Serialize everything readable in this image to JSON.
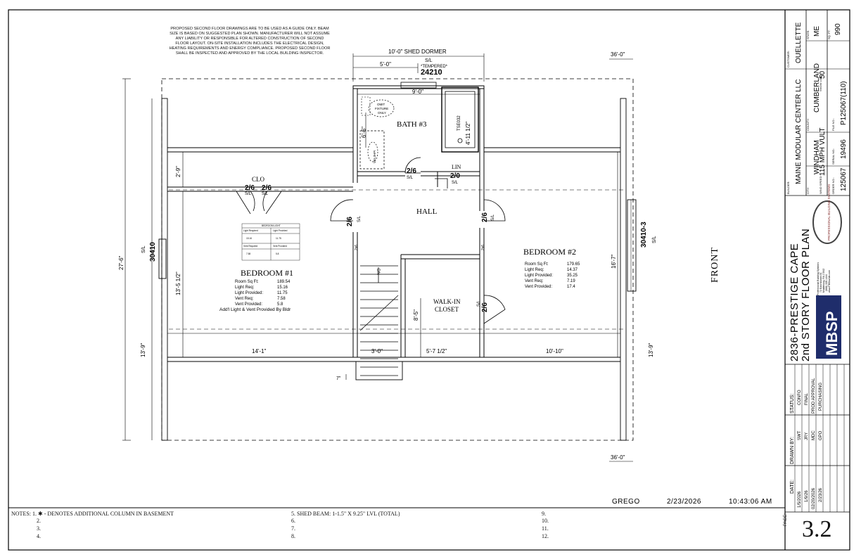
{
  "disclaimer": "PROPOSED SECOND FLOOR DRAWINGS ARE TO BE USED AS A GUIDE ONLY. BEAM SIZE IS BASED ON SUGGESTED PLAN SHOWN. MANUFACTURER WILL NOT ASSUME ANY LIABILITY OR RESPONSIBLE FOR ALTERED CONSTRUCTION OF SECOND FLOOR LAYOUT. ON-SITE INSTALLATION INCLUDES THE ELECTRICAL DESIGN, HEATING REQUIREMENTS AND ENERGY COMPLIANCE. PROPOSED SECOND FLOOR SHALL BE INSPECTED AND APPROVED BY THE LOCAL BUILDING INSPECTOR.",
  "dims": {
    "shed_dormer": "10'-0\"  SHED DORMER",
    "dormer_half": "5'-0\"",
    "tempered_sl": "S/L",
    "tempered": "*TEMPERED*",
    "tempered_window": "24210",
    "bath_width": "9'-0\"",
    "top_right": "36'-0\"",
    "bottom_right": "36'-0\"",
    "overall_left": "27'-6\"",
    "bedroom1_depth": "13'-5 1/2\"",
    "bedroom2_depth": "16'-7\"",
    "knee_left": "2'-9\"",
    "bath_depth": "6'-6\"",
    "left_bottom": "13'-9\"",
    "right_bottom": "13'-9\"",
    "seg1": "14'-1\"",
    "seg2": "3'-0\"",
    "seg3": "5'-7 1/2\"",
    "seg4": "10'-10\"",
    "closet_depth": "8'-5\"",
    "stair_offset": "7\"",
    "tub_dim": "4'-11 1/2\"",
    "tub_model": "TSE032",
    "stair_dir": "DN",
    "stair_wall1": "2x6",
    "stair_wall2": "2x6"
  },
  "windows": {
    "left_label": "30410",
    "left_sl": "S/L",
    "right_label": "30410-3",
    "right_sl": "S/L"
  },
  "rooms": {
    "bath": "BATH #3",
    "hall": "HALL",
    "clo": "CLO",
    "lin": "LIN",
    "walkin1": "WALK-IN",
    "walkin2": "CLOSET",
    "bedroom1": {
      "title": "BEDROOM #1",
      "rows": [
        [
          "Room Sq Ft:",
          "189.54"
        ],
        [
          "Light Req:",
          "15.16"
        ],
        [
          "Light Provided:",
          "11.75"
        ],
        [
          "Vent Req:",
          "7.58"
        ],
        [
          "Vent Provided:",
          "5.8"
        ]
      ],
      "note": "Add'l Light & Vent Provided By Bldr"
    },
    "bedroom2": {
      "title": "BEDROOM #2",
      "rows": [
        [
          "Room Sq Ft:",
          "179.65"
        ],
        [
          "Light Req:",
          "14.37"
        ],
        [
          "Light Provided:",
          "35.25"
        ],
        [
          "Vent Req:",
          "7.19"
        ],
        [
          "Vent Provided:",
          "17.4"
        ]
      ]
    }
  },
  "fixtures": {
    "omit_fixture": [
      "OMIT",
      "FIXTURE",
      "ONLY"
    ],
    "vanity": "VEL3HPI"
  },
  "doors": {
    "bath_door": "2/6",
    "bath_door_sl": "S/L",
    "lin_door": "2/0",
    "lin_door_sl": "S/L",
    "clo_door1": "2/6",
    "clo_door1_sl": "S/L",
    "clo_door2": "2/6",
    "clo_door2_sl": "S/L",
    "bed1_door": "2/6",
    "bed1_door_sl": "S/L",
    "bed2_door": "2/6",
    "bed2_door_sl": "S/L",
    "walkin_door": "2/6",
    "walkin_door_sl": "S/L"
  },
  "front_label": "FRONT",
  "footer": {
    "user": "GREGO",
    "date": "2/23/2026",
    "time": "10:43:06 AM"
  },
  "notes": {
    "col1": [
      "NOTES: 1. ✱ - DENOTES ADDITIONAL COLUMN IN BASEMENT",
      "2.",
      "3.",
      "4."
    ],
    "col2": [
      "5. SHED BEAM: 1-1.5\" X 9.25\" LVL (TOTAL)",
      "6.",
      "7.",
      "8."
    ],
    "col3": [
      "9.",
      "10.",
      "11.",
      "12."
    ]
  },
  "title_block": {
    "builder_label": "BUILDER:",
    "builder": "MAINE MODULAR CENTER LLC",
    "customer_label": "CUSTOMER:",
    "customer": "OUELLETTE",
    "city_label": "CITY:",
    "city": "WINDHAM",
    "county_label": "COUNTY:",
    "county": "CUMBERLAND",
    "state_label": "STATE:",
    "state": "ME",
    "wind_label": "WIND SPEED:",
    "wind": "115 MPH VULT",
    "snow_label": "SNOW LOAD:",
    "snow": "50",
    "sqft_label": "SQ. FT.",
    "sqft": "990",
    "order_label": "ORDER NO.:",
    "order": "125067",
    "serial_label": "SERIAL NO.:",
    "serial": "19496",
    "file_label": "FILE NO.:",
    "file": "P125067(110)",
    "plan_line1": "2836-PRESTIGE CAPE",
    "plan_line2": "2nd STORY FLOOR PLAN",
    "logo_text": "MBSP",
    "logo_sub": "PROFESSIONAL BUILDING SYSTEMS",
    "company_lines": [
      "Professional Building Systems",
      "72 East Market St.",
      "Middleburg, PA 17842",
      "(888) 336-1444",
      "www.PBSbuilds.com"
    ],
    "drawn_label": "DRAWN BY:",
    "drawn": [
      "SWT",
      "JRY",
      "MDC",
      "GPO"
    ],
    "status_label": "STATUS:",
    "status": [
      "CONFO",
      "FINAL",
      "PROD APPROVAL",
      "PURCHASING"
    ],
    "date_label": "DATE:",
    "dates": [
      "1/5/2026",
      "1/9/26",
      "02/20/2026",
      "2/23/26"
    ],
    "page_label": "PAGE:",
    "page": "3.2"
  },
  "legend_table": {
    "title": "BEDROOM LIGHT",
    "rows": [
      [
        "Light Required",
        "Light Provided"
      ],
      [
        "15.16",
        "11.75"
      ],
      [
        "Vent Required",
        "Vent Provided"
      ],
      [
        "7.58",
        "5.8"
      ]
    ]
  }
}
